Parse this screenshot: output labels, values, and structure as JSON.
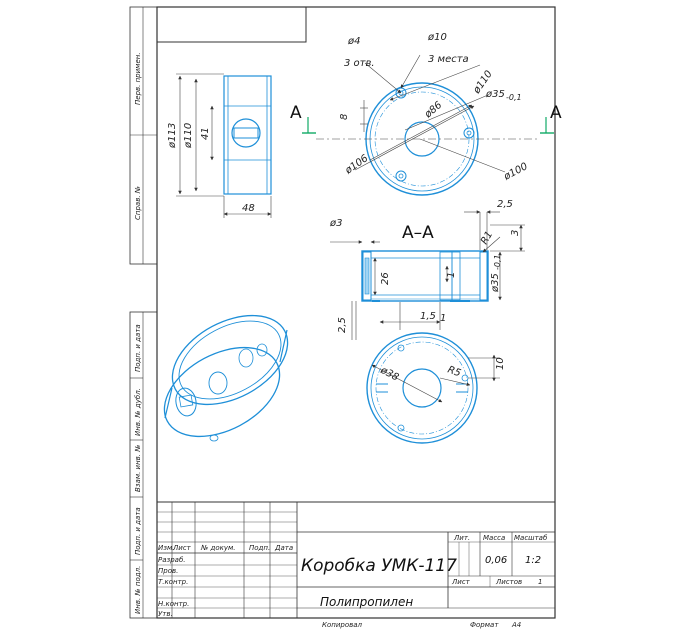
{
  "title_block": {
    "name": "Коробка УМК-117",
    "material": "Полипропилен",
    "col_izm": "Изм.",
    "col_list": "Лист",
    "col_doc": "№ докум.",
    "col_sign": "Подп.",
    "col_date": "Дата",
    "razrab": "Разраб.",
    "prov": "Пров.",
    "tkontr": "Т.контр.",
    "nkontr": "Н.контр.",
    "utv": "Утв.",
    "lit": "Лит.",
    "massa": "Масса",
    "masshtab": "Масштаб",
    "massa_val": "0,06",
    "scale_val": "1:2",
    "sheet_label": "Лист",
    "sheets_label": "Листов",
    "sheets_val": "1",
    "kopiroval": "Копировал",
    "format": "Формат",
    "format_val": "A4"
  },
  "side_labels": {
    "perv_primen": "Перв. примен.",
    "sprav_no": "Справ. №",
    "podp_data_1": "Подп. и дата",
    "inv_dubl": "Инв. № дубл.",
    "vzam_inv": "Взам. инв. №",
    "podp_data_2": "Подп. и дата",
    "inv_podl": "Инв. № подл."
  },
  "side_view": {
    "d113": "ø113",
    "d110": "ø110",
    "h41": "41",
    "w48": "48"
  },
  "top_view": {
    "d4": "ø4",
    "holes3": "3 отв.",
    "d10": "ø10",
    "places3": "3 места",
    "d110": "ø110",
    "d35": "ø35",
    "d35_tol": "-0,1",
    "d86": "ø86",
    "d106": "ø106",
    "d100": "ø100",
    "h8": "8",
    "cut_left": "A",
    "cut_right": "A"
  },
  "section": {
    "label": "A–A",
    "d3": "ø3",
    "d25": "2,5",
    "r1": "R1",
    "v3": "3",
    "v26": "26",
    "v1": "1",
    "d35": "ø35",
    "d35_tol": "-0,1",
    "v25": "2,5",
    "v15": "1,5",
    "v1b": "1"
  },
  "bottom_view": {
    "d38": "ø38",
    "r5": "R5",
    "v10": "10"
  }
}
